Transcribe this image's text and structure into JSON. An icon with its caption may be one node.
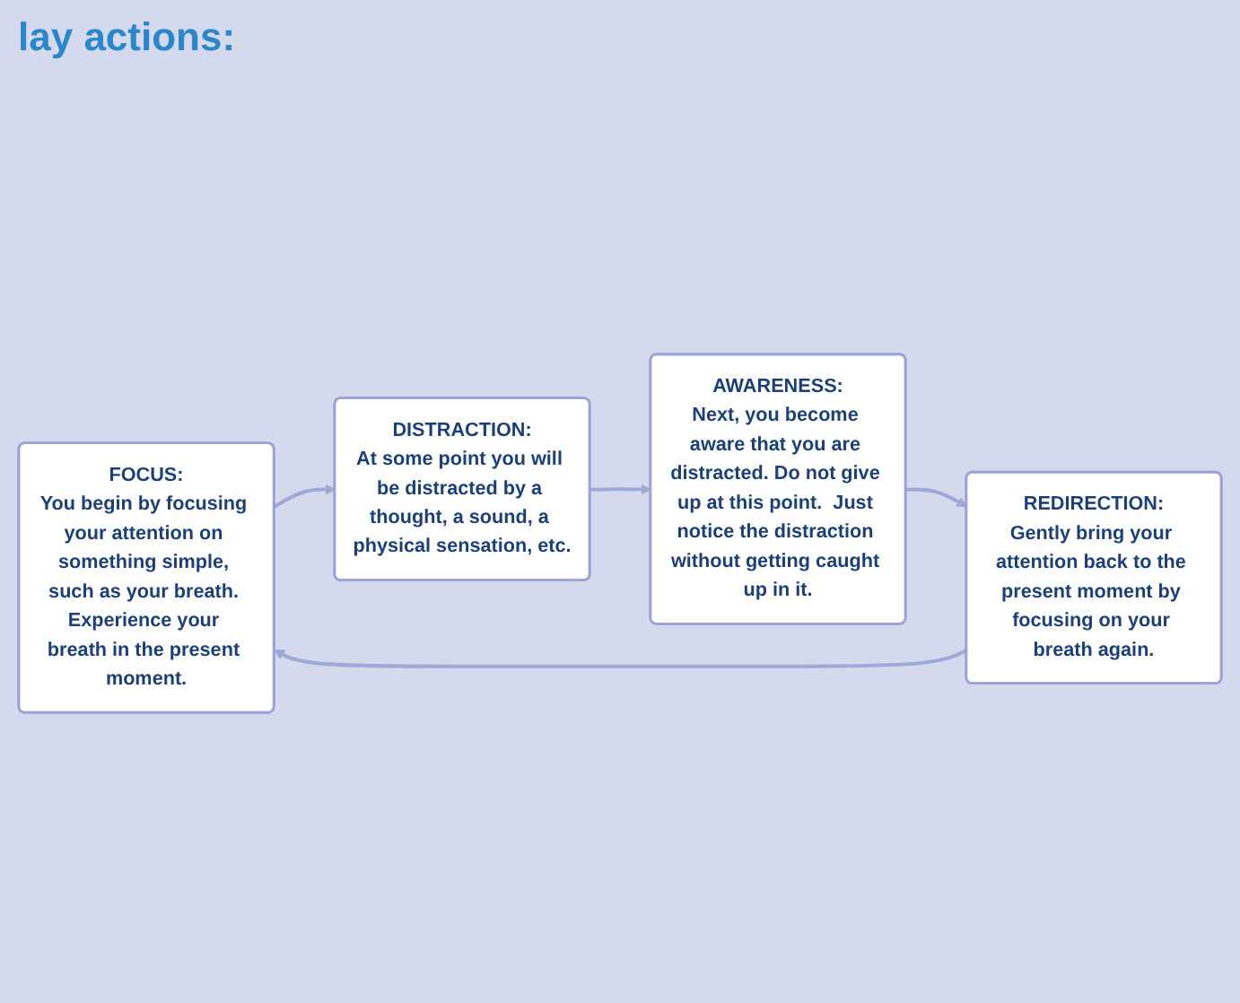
{
  "diagram": {
    "title": "lay actions:",
    "nodes": [
      {
        "text": [
          "FOCUS:",
          "You begin by focusing your attention on something simple, such as your breath. Experience your breath in the present moment."
        ]
      },
      {
        "text": [
          "DISTRACTION:",
          "At some point you will be distracted by a thought, a sound, a physical sensation, etc."
        ]
      },
      {
        "text": [
          "AWARENESS:",
          "Next, you become aware that you are distracted. Do not give up at this point.  Just notice the distraction without getting caught up in it."
        ]
      },
      {
        "text": [
          "REDIRECTION:",
          "Gently bring your attention back to the present moment by focusing on your breath again."
        ]
      }
    ],
    "edges": [
      {
        "from": 0,
        "to": 1,
        "arrow": "to"
      },
      {
        "from": 1,
        "to": 2,
        "arrow": "to"
      },
      {
        "from": 2,
        "to": 3,
        "arrow": "to"
      },
      {
        "from": 3,
        "to": 0,
        "arrow": "to"
      }
    ]
  }
}
